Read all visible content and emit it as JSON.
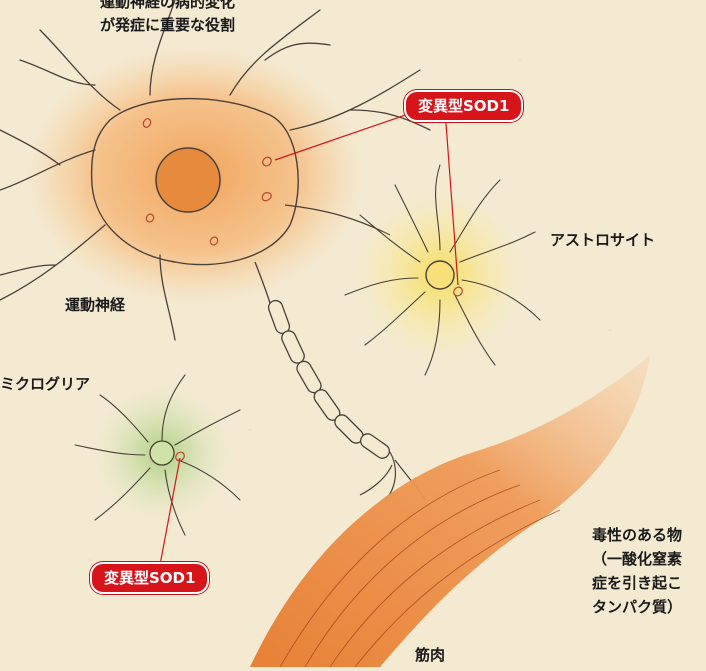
{
  "labels": {
    "top_note_line1": "運動神経の病的変化",
    "top_note_line2": "が発症に重要な役割",
    "motor_neuron": "運動神経",
    "astrocyte": "アストロサイト",
    "microglia": "ミクログリア",
    "muscle": "筋肉",
    "toxic_line1": "毒性のある物",
    "toxic_line2": "（一酸化窒素",
    "toxic_line3": "症を引き起こ",
    "toxic_line4": "タンパク質）"
  },
  "badges": {
    "mutant_top": "変異型SOD1",
    "mutant_bottom": "変異型SOD1"
  },
  "colors": {
    "background": "#f4ead2",
    "neuron": "#f2a65a",
    "nucleus": "#e48a3c",
    "astrocyte_glow": "#f7e27a",
    "microglia_glow": "#bfd79a",
    "muscle": "#e9823a",
    "badge": "#d8141b"
  }
}
